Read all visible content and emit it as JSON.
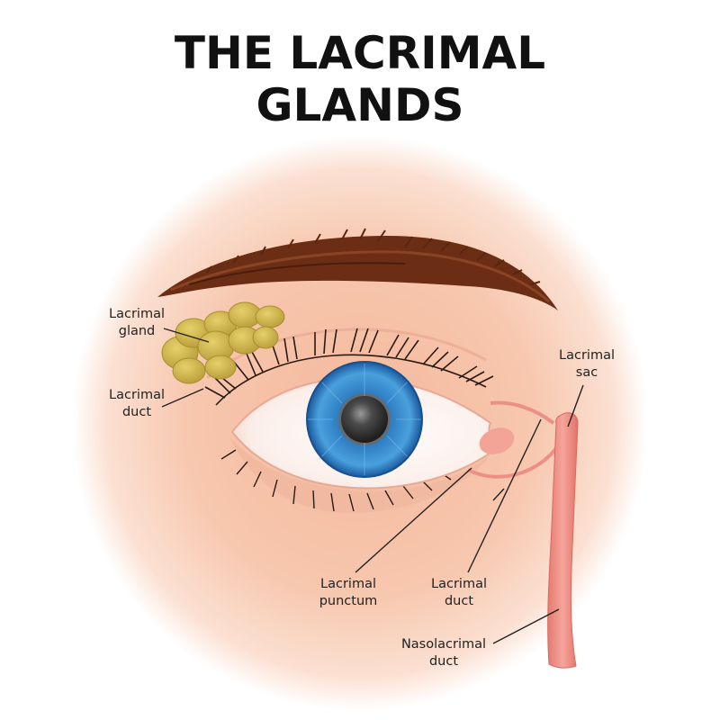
{
  "title": {
    "line1": "THE LACRIMAL",
    "line2": "GLANDS"
  },
  "labels": {
    "lacrimal_gland": [
      "Lacrimal",
      "gland"
    ],
    "lacrimal_duct_upper": [
      "Lacrimal",
      "duct"
    ],
    "lacrimal_sac": [
      "Lacrimal",
      "sac"
    ],
    "lacrimal_punctum": [
      "Lacrimal",
      "punctum"
    ],
    "lacrimal_duct_lower": [
      "Lacrimal",
      "duct"
    ],
    "nasolacrimal_duct": [
      "Nasolacrimal",
      "duct"
    ]
  },
  "colors": {
    "skin": "#f5c4a8",
    "brow": "#6b2e14",
    "gland": "#c9b24a",
    "duct": "#e98a80",
    "iris": "#3a86c8",
    "pupil": "#333333"
  }
}
